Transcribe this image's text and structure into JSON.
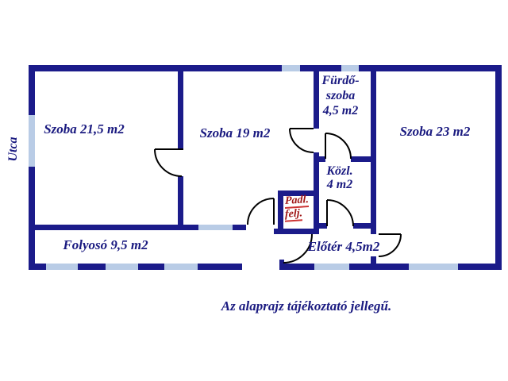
{
  "colors": {
    "wall": "#1b1b8a",
    "window": "#b9cce6",
    "text": "#1a1a80",
    "red_text": "#a01818",
    "red_line": "#cc3333",
    "door": "#000000",
    "bg": "#ffffff"
  },
  "street_label": "Utca",
  "caption": "Az alaprajz tájékoztató jellegű.",
  "rooms": {
    "szoba215": "Szoba 21,5 m2",
    "szoba19": "Szoba 19 m2",
    "szoba23": "Szoba 23 m2",
    "furdo_line1": "Fürdő-",
    "furdo_line2": "szoba",
    "furdo_line3": "4,5 m2",
    "kozl_line1": "Közl.",
    "kozl_line2": "4 m2",
    "padl_line1": "Padl.",
    "padl_line2": "felj.",
    "folyoso": "Folyosó 9,5 m2",
    "eloter": "Előtér 4,5m2"
  }
}
